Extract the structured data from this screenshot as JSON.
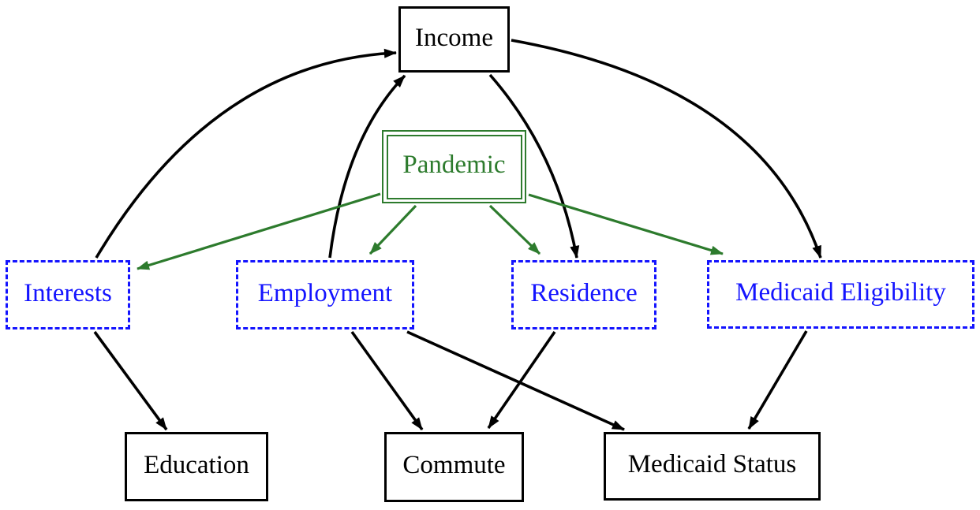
{
  "diagram": {
    "type": "causal-dag",
    "background": "#ffffff",
    "colors": {
      "default_node": "#000000",
      "intervention_green": "#2d7b2d",
      "latent_blue": "#1414ff"
    },
    "nodes": [
      {
        "id": "income",
        "label": "Income",
        "style": "solid-black-box"
      },
      {
        "id": "pandemic",
        "label": "Pandemic",
        "style": "double-green-box"
      },
      {
        "id": "interests",
        "label": "Interests",
        "style": "dashed-blue-box"
      },
      {
        "id": "employment",
        "label": "Employment",
        "style": "dashed-blue-box"
      },
      {
        "id": "residence",
        "label": "Residence",
        "style": "dashed-blue-box"
      },
      {
        "id": "medicaid-eligibility",
        "label": "Medicaid Eligibility",
        "style": "dashed-blue-box"
      },
      {
        "id": "education",
        "label": "Education",
        "style": "solid-black-box"
      },
      {
        "id": "commute",
        "label": "Commute",
        "style": "solid-black-box"
      },
      {
        "id": "medicaid-status",
        "label": "Medicaid Status",
        "style": "solid-black-box"
      }
    ],
    "edges": [
      {
        "from": "Pandemic",
        "to": "Interests",
        "color": "green"
      },
      {
        "from": "Pandemic",
        "to": "Employment",
        "color": "green"
      },
      {
        "from": "Pandemic",
        "to": "Residence",
        "color": "green"
      },
      {
        "from": "Pandemic",
        "to": "Medicaid Eligibility",
        "color": "green"
      },
      {
        "from": "Interests",
        "to": "Income",
        "color": "black"
      },
      {
        "from": "Employment",
        "to": "Income",
        "color": "black"
      },
      {
        "from": "Income",
        "to": "Residence",
        "color": "black"
      },
      {
        "from": "Income",
        "to": "Medicaid Eligibility",
        "color": "black"
      },
      {
        "from": "Interests",
        "to": "Education",
        "color": "black"
      },
      {
        "from": "Employment",
        "to": "Commute",
        "color": "black"
      },
      {
        "from": "Employment",
        "to": "Medicaid Status",
        "color": "black"
      },
      {
        "from": "Residence",
        "to": "Commute",
        "color": "black"
      },
      {
        "from": "Medicaid Eligibility",
        "to": "Medicaid Status",
        "color": "black"
      }
    ]
  }
}
